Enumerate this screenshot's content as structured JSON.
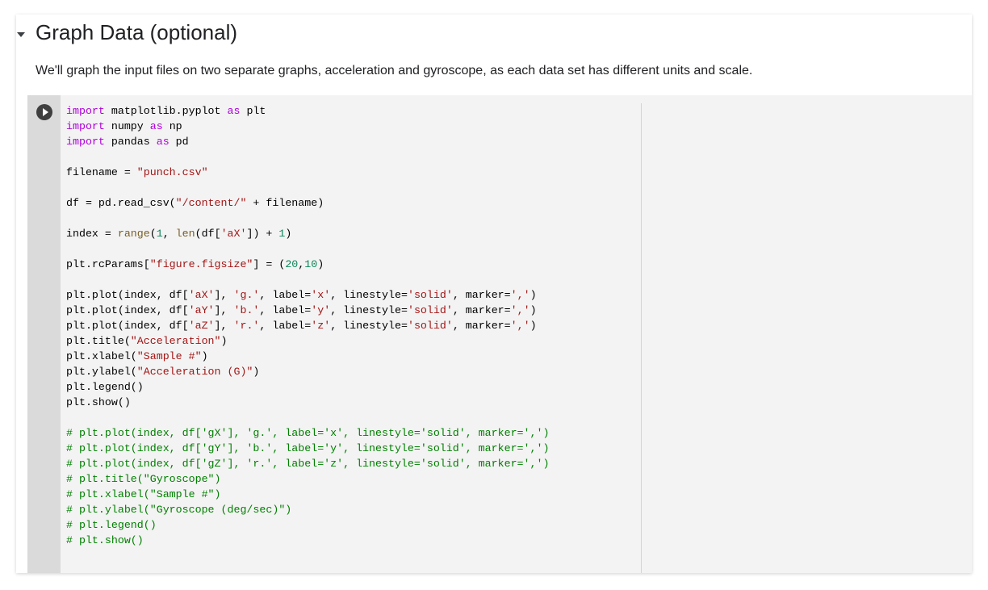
{
  "text_cell": {
    "heading": "Graph Data (optional)",
    "description": "We'll graph the input files on two separate graphs, acceleration and gyroscope, as each data set has different units and scale."
  },
  "code_cell": {
    "run_button_icon": "play-icon",
    "lines": [
      [
        {
          "t": "import",
          "c": "kw"
        },
        {
          "t": " matplotlib.pyplot "
        },
        {
          "t": "as",
          "c": "kw"
        },
        {
          "t": " plt"
        }
      ],
      [
        {
          "t": "import",
          "c": "kw"
        },
        {
          "t": " numpy "
        },
        {
          "t": "as",
          "c": "kw"
        },
        {
          "t": " np"
        }
      ],
      [
        {
          "t": "import",
          "c": "kw"
        },
        {
          "t": " pandas "
        },
        {
          "t": "as",
          "c": "kw"
        },
        {
          "t": " pd"
        }
      ],
      [],
      [
        {
          "t": "filename = "
        },
        {
          "t": "\"punch.csv\"",
          "c": "str"
        }
      ],
      [],
      [
        {
          "t": "df = pd.read_csv("
        },
        {
          "t": "\"/content/\"",
          "c": "str"
        },
        {
          "t": " + filename)"
        }
      ],
      [],
      [
        {
          "t": "index = "
        },
        {
          "t": "range",
          "c": "bi"
        },
        {
          "t": "("
        },
        {
          "t": "1",
          "c": "num"
        },
        {
          "t": ", "
        },
        {
          "t": "len",
          "c": "bi"
        },
        {
          "t": "(df["
        },
        {
          "t": "'aX'",
          "c": "str"
        },
        {
          "t": "]) + "
        },
        {
          "t": "1",
          "c": "num"
        },
        {
          "t": ")"
        }
      ],
      [],
      [
        {
          "t": "plt.rcParams["
        },
        {
          "t": "\"figure.figsize\"",
          "c": "str"
        },
        {
          "t": "] = ("
        },
        {
          "t": "20",
          "c": "num"
        },
        {
          "t": ","
        },
        {
          "t": "10",
          "c": "num"
        },
        {
          "t": ")"
        }
      ],
      [],
      [
        {
          "t": "plt.plot(index, df["
        },
        {
          "t": "'aX'",
          "c": "str"
        },
        {
          "t": "], "
        },
        {
          "t": "'g.'",
          "c": "str"
        },
        {
          "t": ", label="
        },
        {
          "t": "'x'",
          "c": "str"
        },
        {
          "t": ", linestyle="
        },
        {
          "t": "'solid'",
          "c": "str"
        },
        {
          "t": ", marker="
        },
        {
          "t": "','",
          "c": "str"
        },
        {
          "t": ")"
        }
      ],
      [
        {
          "t": "plt.plot(index, df["
        },
        {
          "t": "'aY'",
          "c": "str"
        },
        {
          "t": "], "
        },
        {
          "t": "'b.'",
          "c": "str"
        },
        {
          "t": ", label="
        },
        {
          "t": "'y'",
          "c": "str"
        },
        {
          "t": ", linestyle="
        },
        {
          "t": "'solid'",
          "c": "str"
        },
        {
          "t": ", marker="
        },
        {
          "t": "','",
          "c": "str"
        },
        {
          "t": ")"
        }
      ],
      [
        {
          "t": "plt.plot(index, df["
        },
        {
          "t": "'aZ'",
          "c": "str"
        },
        {
          "t": "], "
        },
        {
          "t": "'r.'",
          "c": "str"
        },
        {
          "t": ", label="
        },
        {
          "t": "'z'",
          "c": "str"
        },
        {
          "t": ", linestyle="
        },
        {
          "t": "'solid'",
          "c": "str"
        },
        {
          "t": ", marker="
        },
        {
          "t": "','",
          "c": "str"
        },
        {
          "t": ")"
        }
      ],
      [
        {
          "t": "plt.title("
        },
        {
          "t": "\"Acceleration\"",
          "c": "str"
        },
        {
          "t": ")"
        }
      ],
      [
        {
          "t": "plt.xlabel("
        },
        {
          "t": "\"Sample #\"",
          "c": "str"
        },
        {
          "t": ")"
        }
      ],
      [
        {
          "t": "plt.ylabel("
        },
        {
          "t": "\"Acceleration (G)\"",
          "c": "str"
        },
        {
          "t": ")"
        }
      ],
      [
        {
          "t": "plt.legend()"
        }
      ],
      [
        {
          "t": "plt.show()"
        }
      ],
      [],
      [
        {
          "t": "# plt.plot(index, df['gX'], 'g.', label='x', linestyle='solid', marker=',')",
          "c": "cm"
        }
      ],
      [
        {
          "t": "# plt.plot(index, df['gY'], 'b.', label='y', linestyle='solid', marker=',')",
          "c": "cm"
        }
      ],
      [
        {
          "t": "# plt.plot(index, df['gZ'], 'r.', label='z', linestyle='solid', marker=',')",
          "c": "cm"
        }
      ],
      [
        {
          "t": "# plt.title(\"Gyroscope\")",
          "c": "cm"
        }
      ],
      [
        {
          "t": "# plt.xlabel(\"Sample #\")",
          "c": "cm"
        }
      ],
      [
        {
          "t": "# plt.ylabel(\"Gyroscope (deg/sec)\")",
          "c": "cm"
        }
      ],
      [
        {
          "t": "# plt.legend()",
          "c": "cm"
        }
      ],
      [
        {
          "t": "# plt.show()",
          "c": "cm"
        }
      ]
    ]
  },
  "syntax_colors": {
    "keyword": "#af00db",
    "string": "#a31515",
    "number": "#098658",
    "builtin": "#795e26",
    "comment": "#008000"
  }
}
